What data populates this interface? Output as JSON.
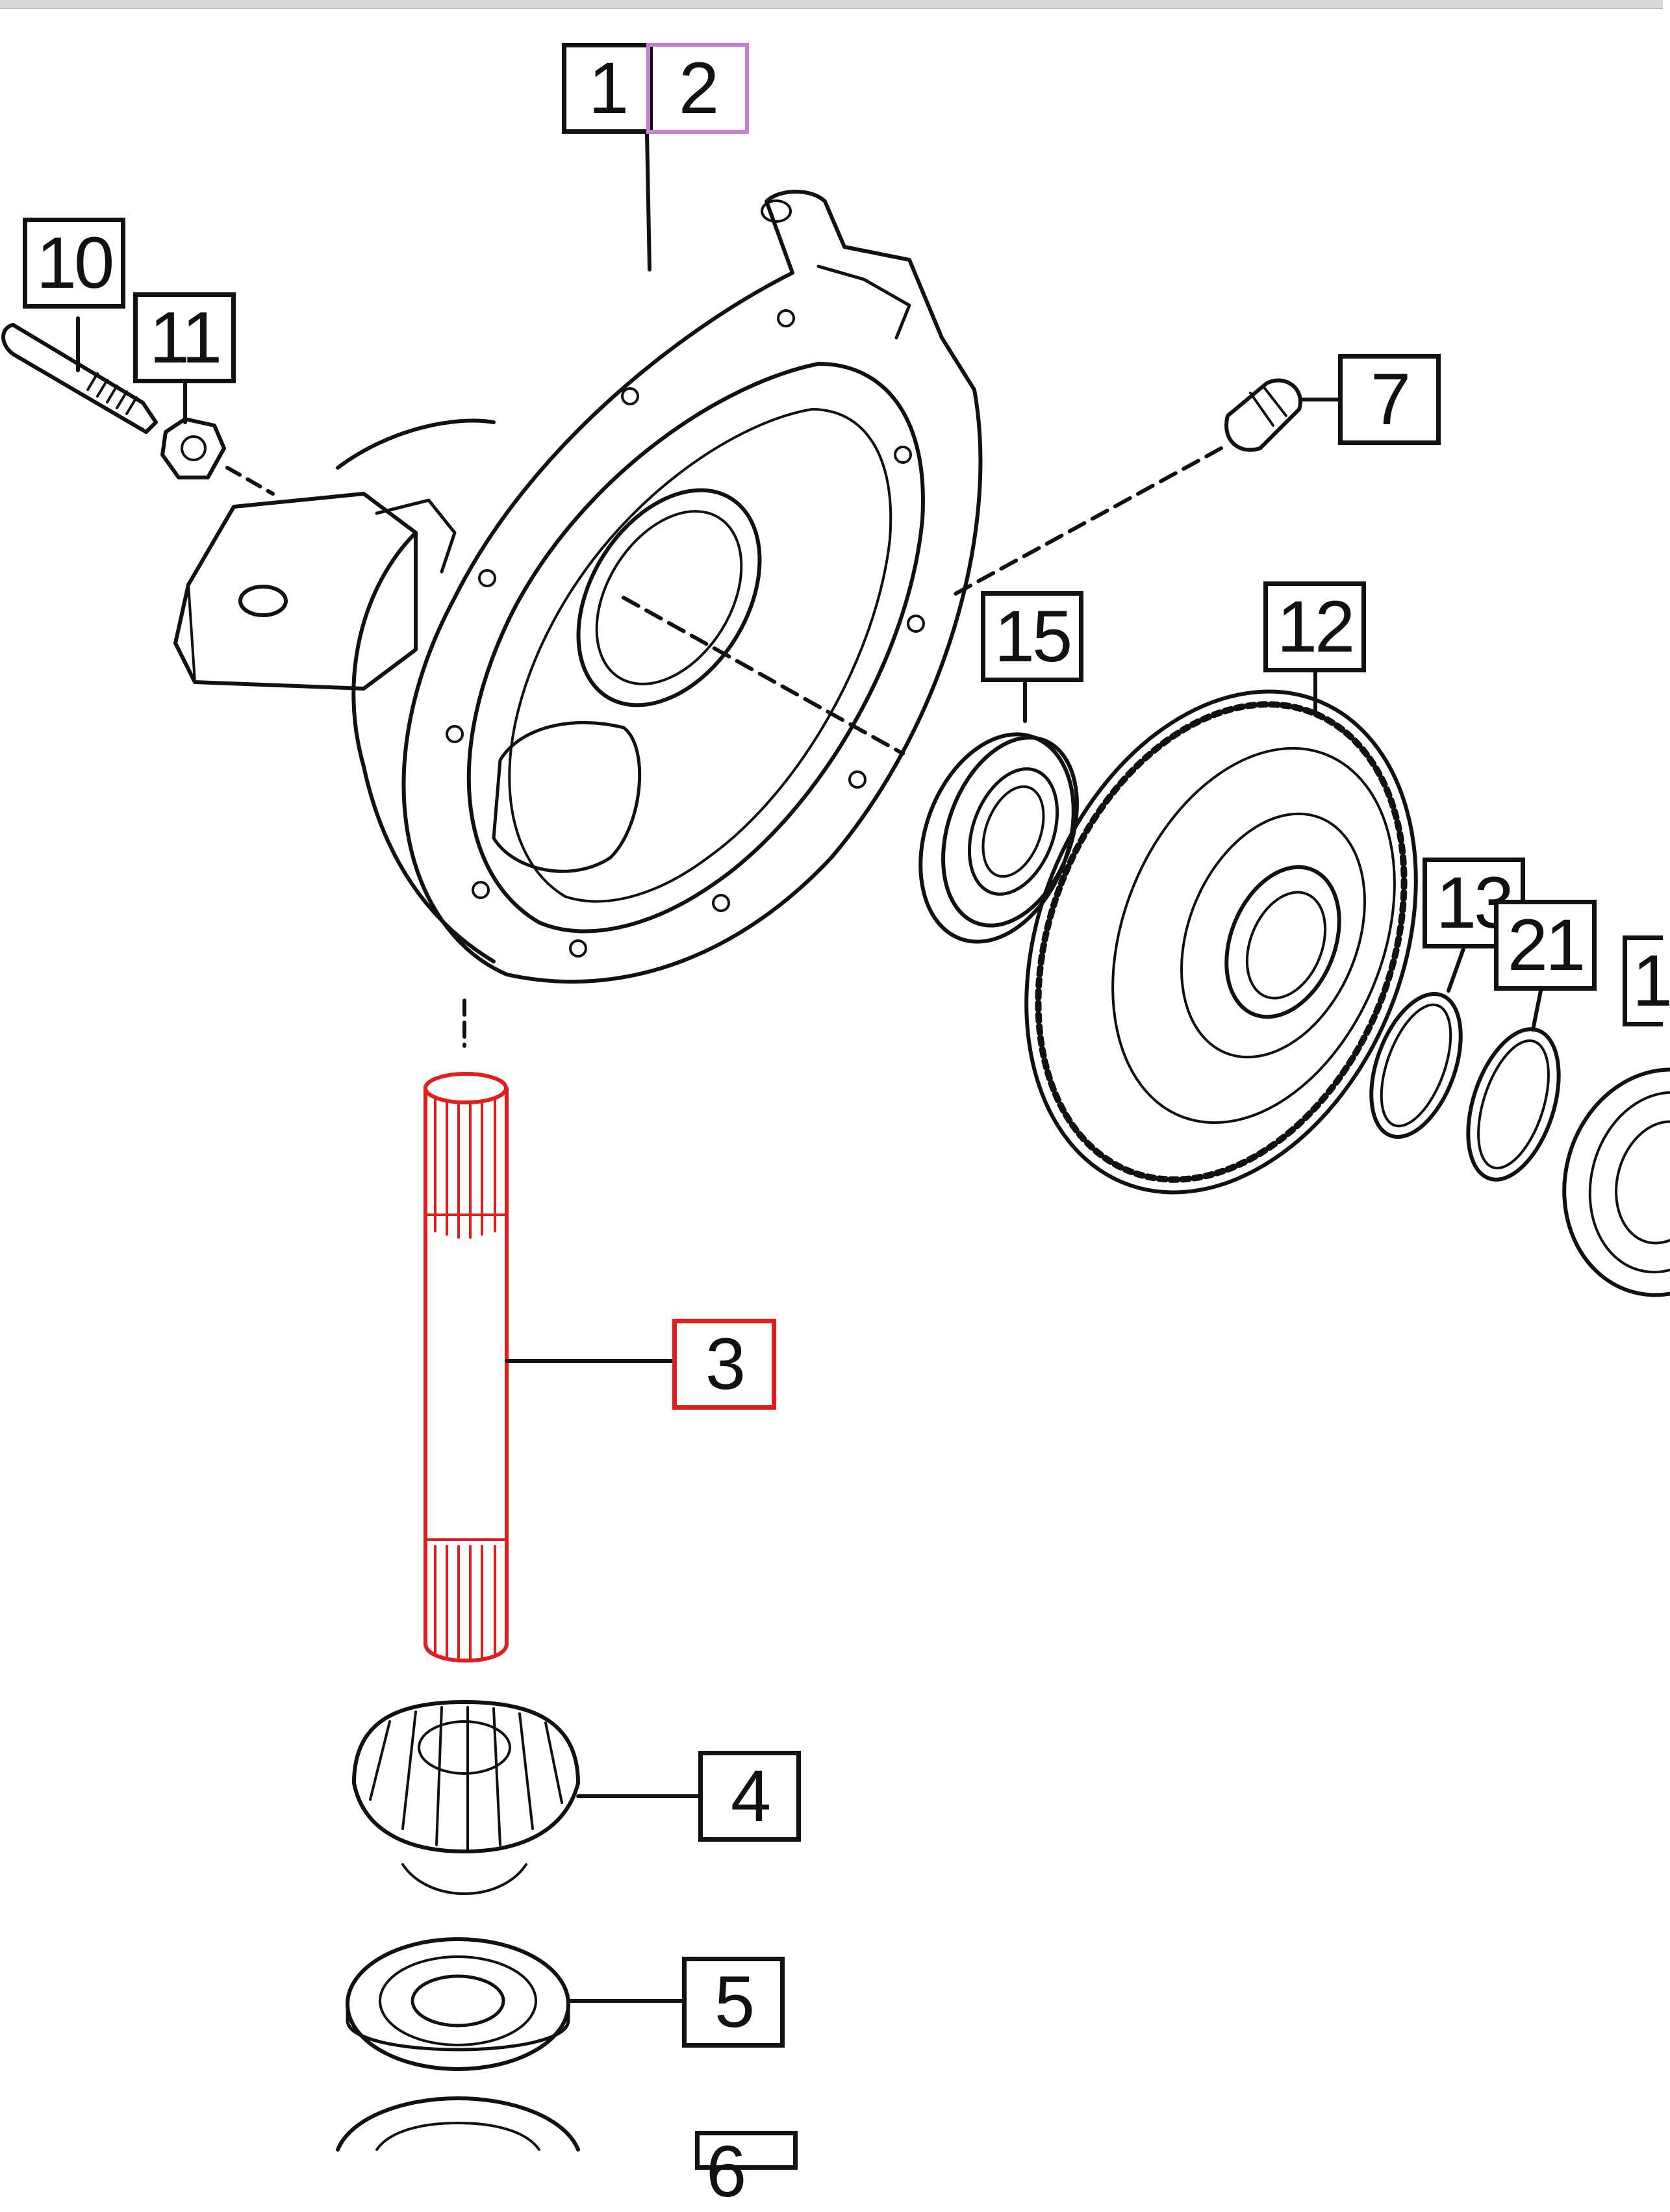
{
  "diagram": {
    "callouts": [
      {
        "id": "1",
        "label": "1"
      },
      {
        "id": "2",
        "label": "2"
      },
      {
        "id": "3",
        "label": "3",
        "selected": true
      },
      {
        "id": "4",
        "label": "4"
      },
      {
        "id": "5",
        "label": "5"
      },
      {
        "id": "6",
        "label": "6"
      },
      {
        "id": "7",
        "label": "7"
      },
      {
        "id": "10",
        "label": "10"
      },
      {
        "id": "11",
        "label": "11"
      },
      {
        "id": "12",
        "label": "12"
      },
      {
        "id": "13",
        "label": "13"
      },
      {
        "id": "15",
        "label": "15"
      },
      {
        "id": "21",
        "label": "21"
      },
      {
        "id": "1x",
        "label": "1"
      }
    ],
    "colors": {
      "line": "#111111",
      "highlight": "#e01e1e",
      "selection_outline": "#c77fd6",
      "background": "#ffffff"
    }
  }
}
